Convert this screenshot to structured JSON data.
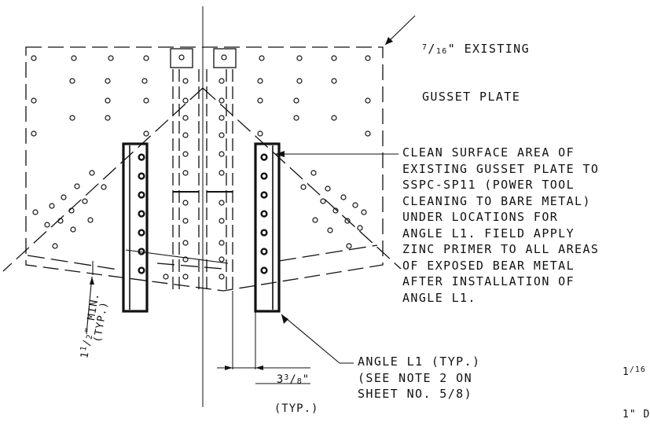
{
  "gusset_label": {
    "thickness_numerator": "7",
    "thickness_denominator": "16",
    "line1_suffix": "\" EXISTING",
    "line2": "GUSSET PLATE"
  },
  "surface_note": {
    "lines": [
      "CLEAN SURFACE AREA OF",
      "EXISTING GUSSET PLATE TO",
      "SSPC-SP11 (POWER TOOL",
      "CLEANING TO BARE METAL)",
      "UNDER LOCATIONS FOR",
      "ANGLE L1. FIELD APPLY",
      "ZINC PRIMER TO ALL AREAS",
      "OF EXPOSED BEAR METAL",
      "AFTER INSTALLATION OF",
      "ANGLE L1."
    ]
  },
  "angle_note": {
    "lines": [
      "ANGLE L1 (TYP.)",
      "(SEE NOTE 2 ON",
      "SHEET NO. 5/8)"
    ]
  },
  "dim_spacing": {
    "whole": "3",
    "numerator": "3",
    "denominator": "8",
    "unit": "\"",
    "typ": "(TYP.)"
  },
  "dim_min": {
    "whole": "1",
    "numerator": "1",
    "denominator": "2",
    "suffix": "\" MIN.",
    "typ": "(TYP.)"
  },
  "edge_text": {
    "line1_whole": "1",
    "line1_fraction": "/16",
    "line2": "1\" D"
  }
}
